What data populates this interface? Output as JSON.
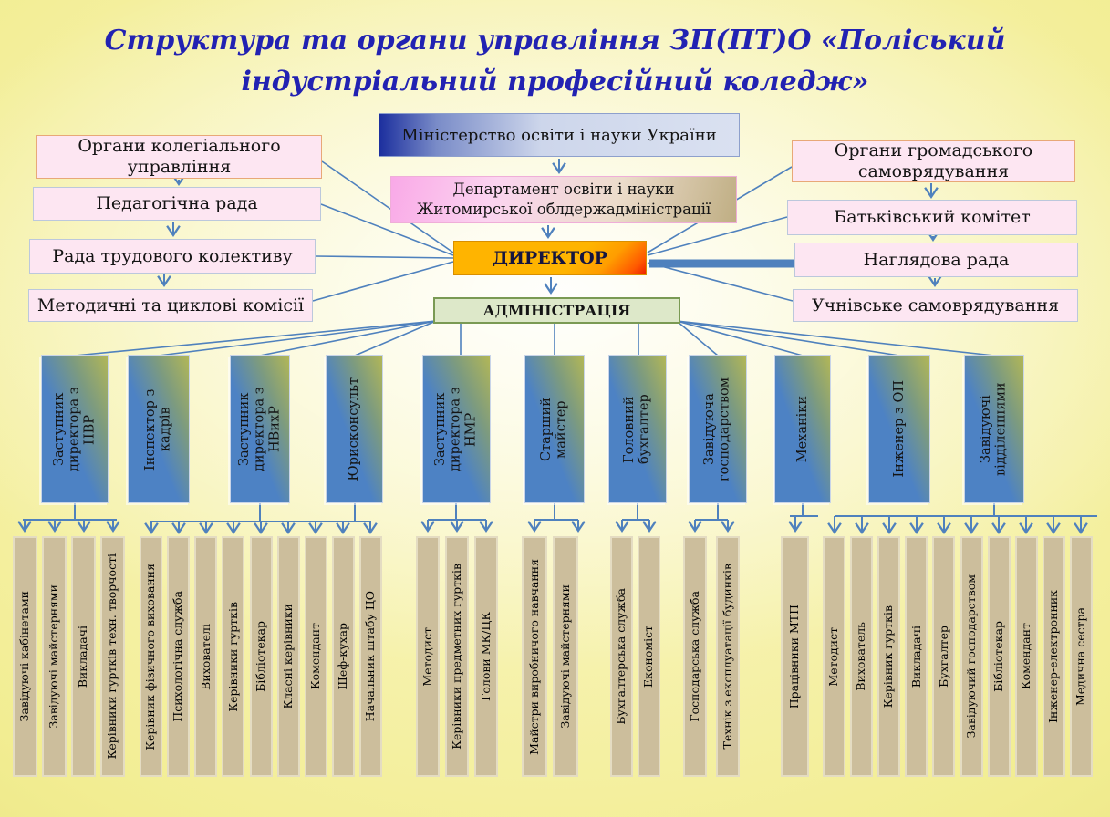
{
  "title": {
    "line1": "Структура та органи управління  ЗП(ПТ)О «Поліський",
    "line2": "індустріальний професійний коледж»"
  },
  "hierarchy": {
    "ministry": "Міністерство освіти і науки України",
    "department": "Департамент освіти і науки Житомирської облдержадміністрації",
    "director": "ДИРЕКТОР",
    "administration": "АДМІНІСТРАЦІЯ"
  },
  "left_column": {
    "header": "Органи колегіального управління",
    "items": [
      "Педагогічна рада",
      "Рада трудового колективу",
      "Методичні та циклові комісії"
    ]
  },
  "right_column": {
    "header": "Органи громадського самоврядування",
    "items": [
      "Батьківський комітет",
      "Наглядова рада",
      "Учнівське самоврядування"
    ]
  },
  "managers": [
    "Заступник директора з НВР",
    "Інспектор з кадрів",
    "Заступник директора з НВихР",
    "Юрисконсульт",
    "Заступник директора з НМР",
    "Старший майстер",
    "Головний бухгалтер",
    "Завідуюча господарством",
    "Механіки",
    "Інженер з ОП",
    "Завідуючі відділеннями"
  ],
  "staff_groups": [
    [
      "Завідуючі кабінетами",
      "Завідуючі майстернями",
      "Викладачі",
      "Керівники гуртків техн. творчості"
    ],
    [
      "Керівник фізичного виховання",
      "Психологічна служба",
      "Вихователі",
      "Керівники гуртків",
      "Бібліотекар",
      "Класні керівники",
      "Комендант",
      "Шеф-кухар",
      "Начальник штабу ЦО"
    ],
    [
      "Методист",
      "Керівники предметних гуртків",
      "Голови МК/ЦК"
    ],
    [
      "Майстри виробничого навчання",
      "Завідуючі майстернями"
    ],
    [
      "Бухгалтерська служба",
      "Економіст"
    ],
    [
      "Господарська служба",
      "Технік з експлуатації будинків"
    ],
    [
      "Працівники МТП"
    ],
    [
      "Методист",
      "Вихователь",
      "Керівник гуртків",
      "Викладачі",
      "Бухгалтер",
      "Завідуючий господарством",
      "Бібліотекар",
      "Комендант",
      "Інженер-електронник",
      "Медична сестра"
    ]
  ],
  "colors": {
    "connector_blue": "#4f81bd",
    "title_blue": "#2222b2",
    "director_orange": "#ffb400",
    "administration_green": "#dde8c9",
    "collegial_pink": "#fde6f2",
    "staff_tan": "#ccbe9c"
  }
}
